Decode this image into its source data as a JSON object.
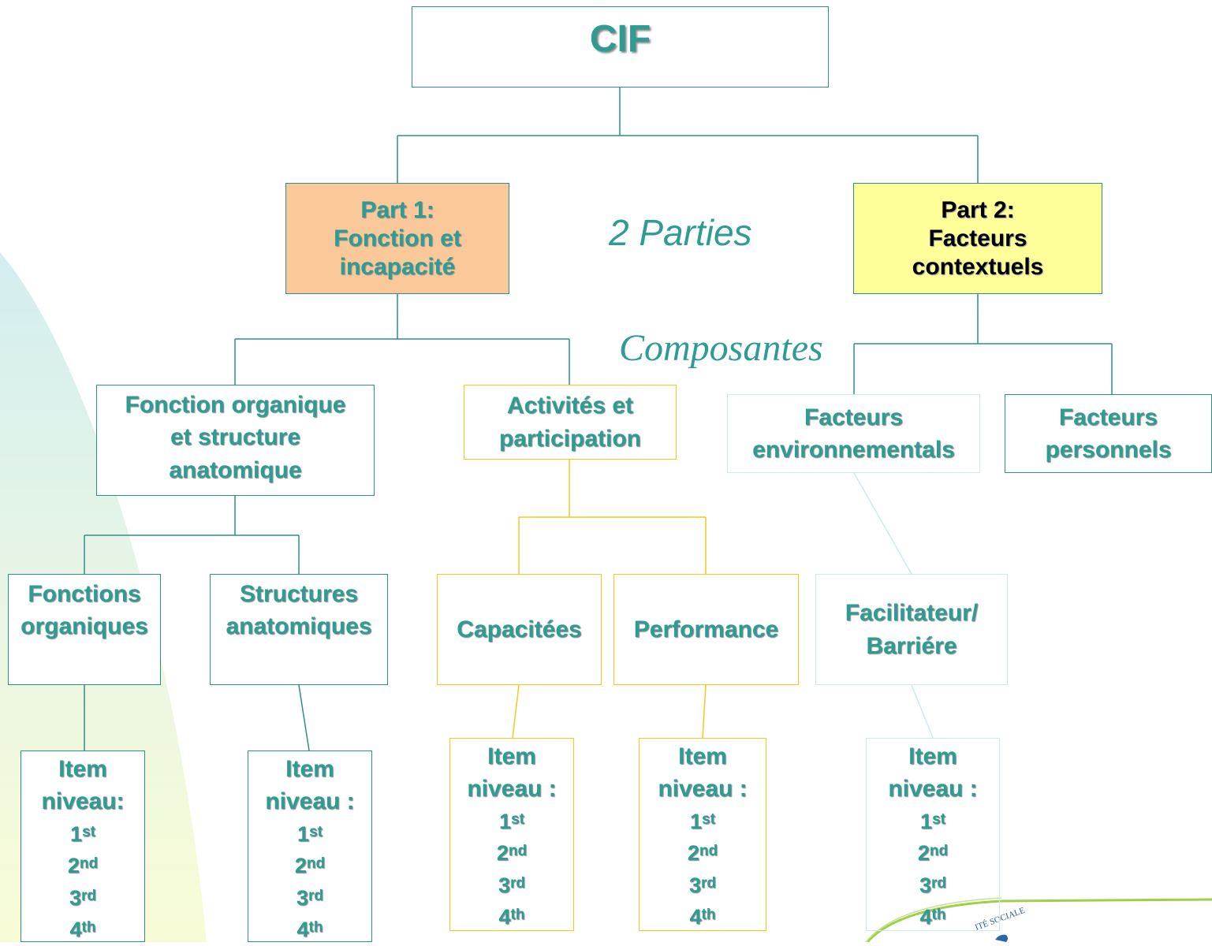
{
  "title": "CIF",
  "labels": {
    "parts": "2 Parties",
    "components": "Composantes"
  },
  "parts": {
    "part1": {
      "heading": "Part 1:",
      "line1": "Fonction et",
      "line2": "incapacité",
      "fill": "#fbc899"
    },
    "part2": {
      "heading": "Part 2:",
      "line1": "Facteurs",
      "line2": "contextuels",
      "fill": "#ffff99"
    }
  },
  "components": {
    "body": {
      "line1": "Fonction organique",
      "line2": "et structure",
      "line3": "anatomique"
    },
    "activities": {
      "line1": "Activités et",
      "line2": "participation"
    },
    "environmental": {
      "line1": "Facteurs",
      "line2": "environnementals"
    },
    "personal": {
      "line1": "Facteurs",
      "line2": "personnels"
    }
  },
  "constructs": {
    "functions": {
      "line1": "Fonctions",
      "line2": "organiques"
    },
    "structures": {
      "line1": "Structures",
      "line2": "anatomiques"
    },
    "capacity": {
      "line1": "Capacitées"
    },
    "performance": {
      "line1": "Performance"
    },
    "facilitator": {
      "line1": "Facilitateur/",
      "line2": "Barriére"
    }
  },
  "levels": {
    "functions": {
      "line1": "Item",
      "line2": "niveau:"
    },
    "structures": {
      "line1": "Item",
      "line2": "niveau :"
    },
    "capacity": {
      "line1": "Item",
      "line2": "niveau :"
    },
    "performance": {
      "line1": "Item",
      "line2": "niveau :"
    },
    "facilitator": {
      "line1": "Item",
      "line2": "niveau :"
    },
    "ordinals": [
      {
        "num": "1",
        "suffix": "st"
      },
      {
        "num": "2",
        "suffix": "nd"
      },
      {
        "num": "3",
        "suffix": "rd"
      },
      {
        "num": "4",
        "suffix": "th"
      }
    ]
  },
  "colors": {
    "teal_line": "#2e8f83",
    "gold_line": "#f2c91e",
    "pale_line": "#cfe9ee",
    "text": "#2e9c93"
  },
  "seal": {
    "text": "ITÉ SOCIALE"
  }
}
